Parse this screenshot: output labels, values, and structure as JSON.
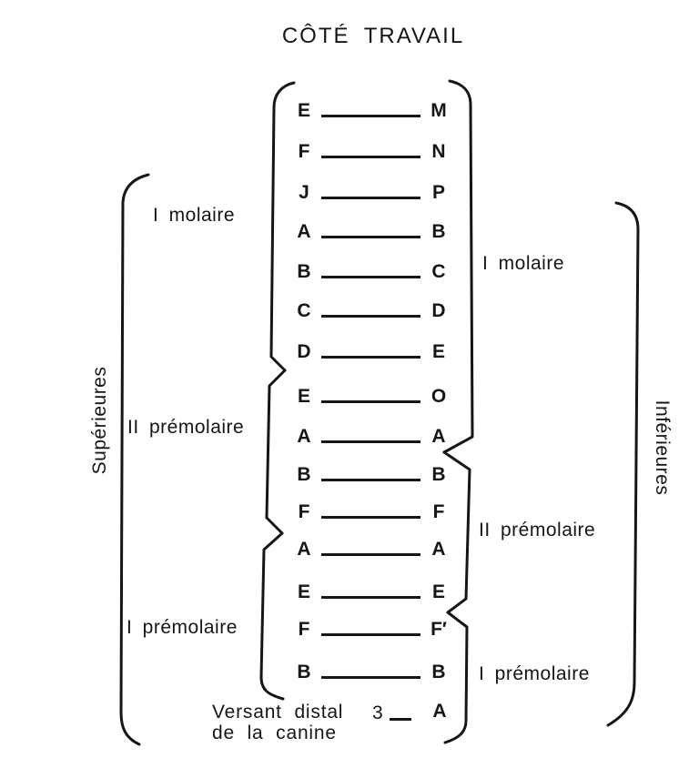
{
  "title": "CÔTÉ TRAVAIL",
  "sides": {
    "left_vertical_label": "Supérieures",
    "right_vertical_label": "Inférieures"
  },
  "left_groups": [
    {
      "label": "I molaire"
    },
    {
      "label": "II prémolaire"
    },
    {
      "label": "I prémolaire"
    }
  ],
  "right_groups": [
    {
      "label": "I molaire"
    },
    {
      "label": "II prémolaire"
    },
    {
      "label": "I prémolaire"
    }
  ],
  "pairs": [
    {
      "left": "E",
      "right": "M"
    },
    {
      "left": "F",
      "right": "N"
    },
    {
      "left": "J",
      "right": "P"
    },
    {
      "left": "A",
      "right": "B"
    },
    {
      "left": "B",
      "right": "C"
    },
    {
      "left": "C",
      "right": "D"
    },
    {
      "left": "D",
      "right": "E"
    },
    {
      "left": "E",
      "right": "O"
    },
    {
      "left": "A",
      "right": "A"
    },
    {
      "left": "B",
      "right": "B"
    },
    {
      "left": "F",
      "right": "F"
    },
    {
      "left": "A",
      "right": "A"
    },
    {
      "left": "E",
      "right": "E"
    },
    {
      "left": "F",
      "right": "F′"
    },
    {
      "left": "B",
      "right": "B"
    }
  ],
  "footnote": {
    "text_line1": "Versant distal",
    "ref_number": "3",
    "letter": "A",
    "text_line2": "de la canine"
  },
  "colors": {
    "ink": "#161616",
    "background": "#ffffff"
  }
}
